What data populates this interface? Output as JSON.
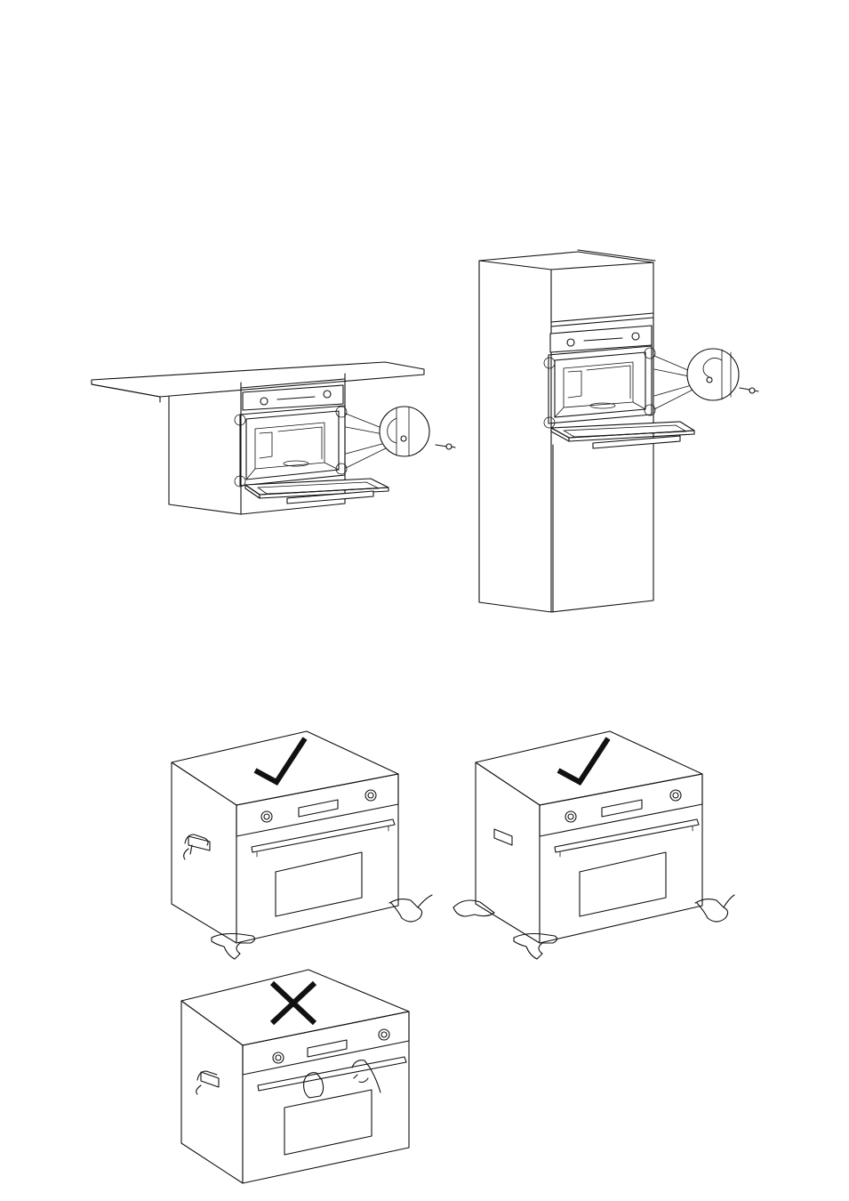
{
  "page": {
    "title": "",
    "figures": [
      {
        "id": "installation-under-counter",
        "description_visible_text": ""
      },
      {
        "id": "installation-tall-column",
        "description_visible_text": ""
      },
      {
        "id": "carry-correct-1",
        "marker": "check"
      },
      {
        "id": "carry-correct-2",
        "marker": "check"
      },
      {
        "id": "carry-incorrect",
        "marker": "cross"
      }
    ]
  }
}
